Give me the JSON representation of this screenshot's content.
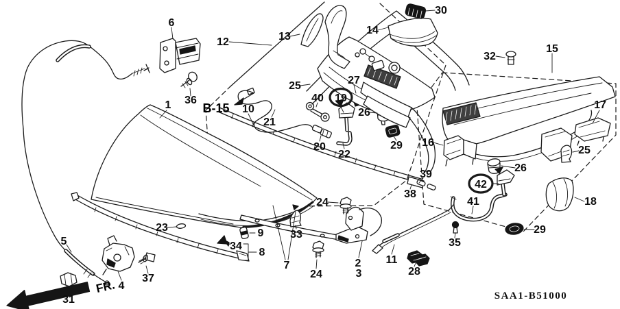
{
  "diagram": {
    "code": "SAA1-B51000",
    "front_label": "FR.",
    "page_ref": "B-15",
    "highlight_color": "#c62222",
    "line_color": "#1a1a1a",
    "labels": [
      {
        "id": "1",
        "text": "1",
        "circled": false
      },
      {
        "id": "2",
        "text": "2",
        "circled": false
      },
      {
        "id": "3",
        "text": "3",
        "circled": false
      },
      {
        "id": "4",
        "text": "4",
        "circled": false
      },
      {
        "id": "5",
        "text": "5",
        "circled": false
      },
      {
        "id": "6",
        "text": "6",
        "circled": false
      },
      {
        "id": "7",
        "text": "7",
        "circled": false
      },
      {
        "id": "8",
        "text": "8",
        "circled": false
      },
      {
        "id": "9",
        "text": "9",
        "circled": false
      },
      {
        "id": "10",
        "text": "10",
        "circled": false
      },
      {
        "id": "11",
        "text": "11",
        "circled": false
      },
      {
        "id": "12",
        "text": "12",
        "circled": false
      },
      {
        "id": "13",
        "text": "13",
        "circled": false
      },
      {
        "id": "14",
        "text": "14",
        "circled": false
      },
      {
        "id": "15",
        "text": "15",
        "circled": false
      },
      {
        "id": "16",
        "text": "16",
        "circled": false
      },
      {
        "id": "17",
        "text": "17",
        "circled": false
      },
      {
        "id": "18",
        "text": "18",
        "circled": false
      },
      {
        "id": "19",
        "text": "19",
        "circled": true
      },
      {
        "id": "20",
        "text": "20",
        "circled": false
      },
      {
        "id": "21",
        "text": "21",
        "circled": false
      },
      {
        "id": "22",
        "text": "22",
        "circled": false
      },
      {
        "id": "23",
        "text": "23",
        "circled": false
      },
      {
        "id": "24a",
        "text": "24",
        "circled": false
      },
      {
        "id": "24b",
        "text": "24",
        "circled": false
      },
      {
        "id": "25a",
        "text": "25",
        "circled": false
      },
      {
        "id": "25b",
        "text": "25",
        "circled": false
      },
      {
        "id": "26a",
        "text": "26",
        "circled": false
      },
      {
        "id": "26b",
        "text": "26",
        "circled": false
      },
      {
        "id": "27",
        "text": "27",
        "circled": false
      },
      {
        "id": "28",
        "text": "28",
        "circled": false
      },
      {
        "id": "29a",
        "text": "29",
        "circled": false
      },
      {
        "id": "29b",
        "text": "29",
        "circled": false
      },
      {
        "id": "30",
        "text": "30",
        "circled": false
      },
      {
        "id": "31",
        "text": "31",
        "circled": false
      },
      {
        "id": "32",
        "text": "32",
        "circled": false
      },
      {
        "id": "33",
        "text": "33",
        "circled": false
      },
      {
        "id": "34",
        "text": "34",
        "circled": false
      },
      {
        "id": "35",
        "text": "35",
        "circled": false
      },
      {
        "id": "36",
        "text": "36",
        "circled": false
      },
      {
        "id": "37",
        "text": "37",
        "circled": false
      },
      {
        "id": "38",
        "text": "38",
        "circled": false
      },
      {
        "id": "39",
        "text": "39",
        "circled": false
      },
      {
        "id": "40",
        "text": "40",
        "circled": false
      },
      {
        "id": "41",
        "text": "41",
        "circled": false
      },
      {
        "id": "42",
        "text": "42",
        "circled": true
      }
    ]
  }
}
